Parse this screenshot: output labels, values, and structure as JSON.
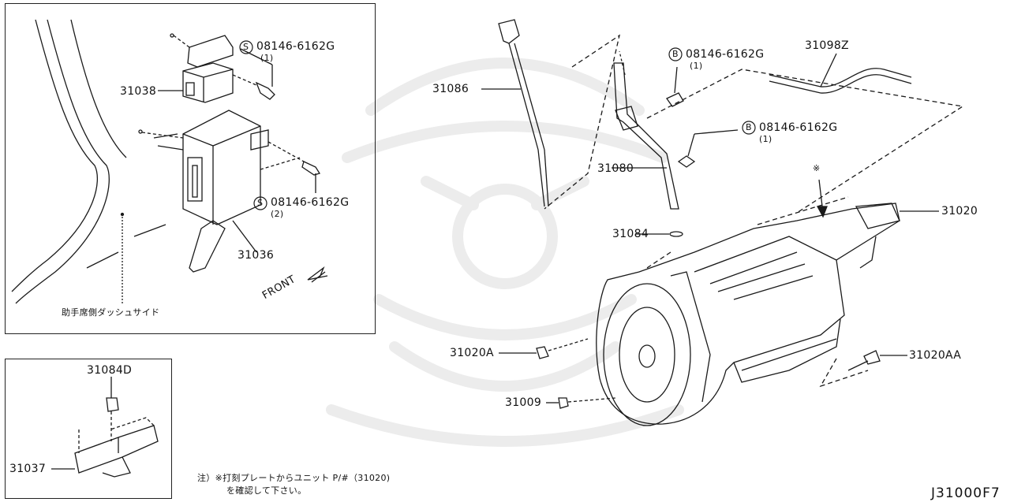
{
  "parts": {
    "p31038": "31038",
    "p31036": "31036",
    "p31086": "31086",
    "p31080": "31080",
    "p31084": "31084",
    "p31098Z": "31098Z",
    "p31020": "31020",
    "p31020A": "31020A",
    "p31009": "31009",
    "p31020AA": "31020AA",
    "p31084D": "31084D",
    "p31037": "31037"
  },
  "bolts": {
    "s1_code": "08146-6162G",
    "s1_qty": "(1)",
    "s1_mark": "S",
    "s2_code": "08146-6162G",
    "s2_qty": "(2)",
    "s2_mark": "S",
    "b1_code": "08146-6162G",
    "b1_qty": "(1)",
    "b1_mark": "B",
    "b2_code": "08146-6162G",
    "b2_qty": "(1)",
    "b2_mark": "B"
  },
  "labels": {
    "dash_side": "助手席側ダッシュサイド",
    "front": "FRONT",
    "note_line1": "注）※打刻プレートからユニット P/#（31020)",
    "note_line2": "を確認して下さい。",
    "asterisk": "※",
    "diagram_id": "J31000F7"
  },
  "colors": {
    "line": "#1a1a1a",
    "watermark": "#e9e9e9"
  }
}
